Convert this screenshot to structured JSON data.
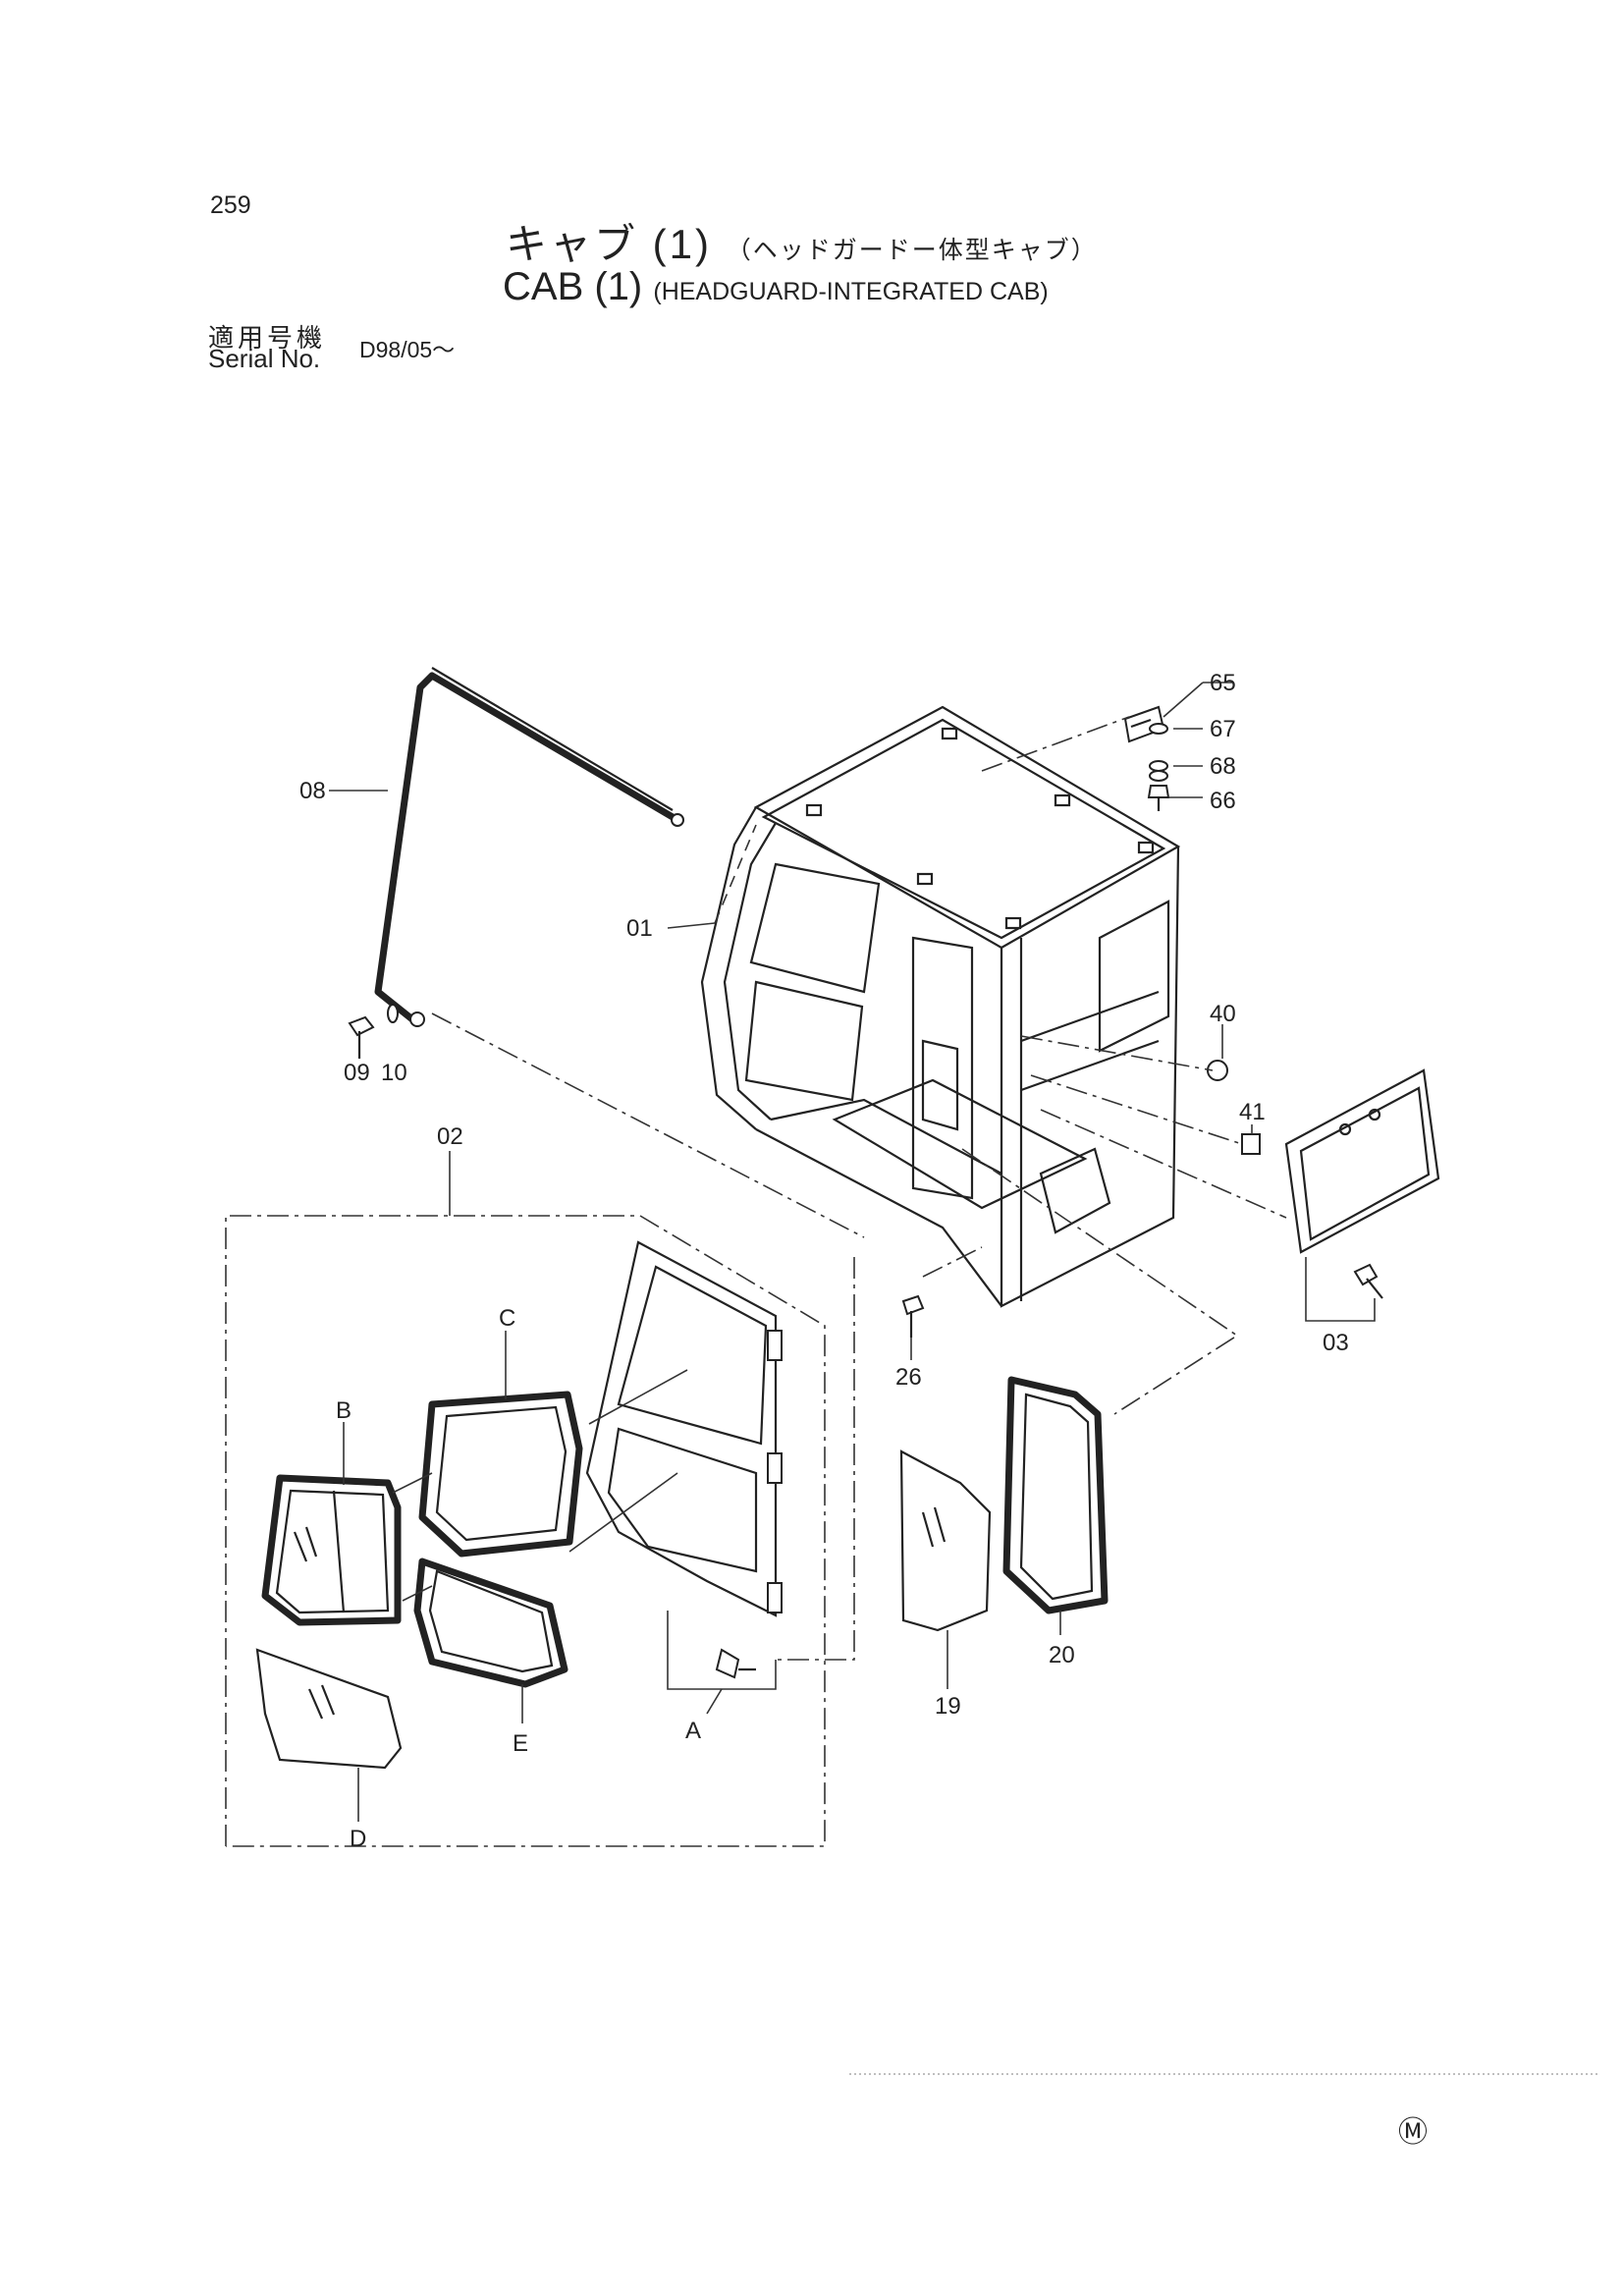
{
  "page": {
    "number": "259",
    "title_jp": "キャブ (1)",
    "title_jp_sub": "（ヘッドガードー体型キャブ）",
    "title_en": "CAB (1)",
    "title_en_sub": "(HEADGUARD-INTEGRATED CAB)",
    "serial_label_jp": "適用号機",
    "serial_label_en": "Serial No.",
    "serial_value": "D98/05～",
    "corner_mark": "Ⓜ"
  },
  "diagram": {
    "callouts": [
      {
        "id": "08",
        "label": "08"
      },
      {
        "id": "01",
        "label": "01"
      },
      {
        "id": "09",
        "label": "09"
      },
      {
        "id": "10",
        "label": "10"
      },
      {
        "id": "02",
        "label": "02"
      },
      {
        "id": "65",
        "label": "65"
      },
      {
        "id": "67",
        "label": "67"
      },
      {
        "id": "68",
        "label": "68"
      },
      {
        "id": "66",
        "label": "66"
      },
      {
        "id": "40",
        "label": "40"
      },
      {
        "id": "41",
        "label": "41"
      },
      {
        "id": "03",
        "label": "03"
      },
      {
        "id": "26",
        "label": "26"
      },
      {
        "id": "20",
        "label": "20"
      },
      {
        "id": "19",
        "label": "19"
      },
      {
        "id": "C",
        "label": "C"
      },
      {
        "id": "B",
        "label": "B"
      },
      {
        "id": "A",
        "label": "A"
      },
      {
        "id": "E",
        "label": "E"
      },
      {
        "id": "D",
        "label": "D"
      }
    ]
  }
}
